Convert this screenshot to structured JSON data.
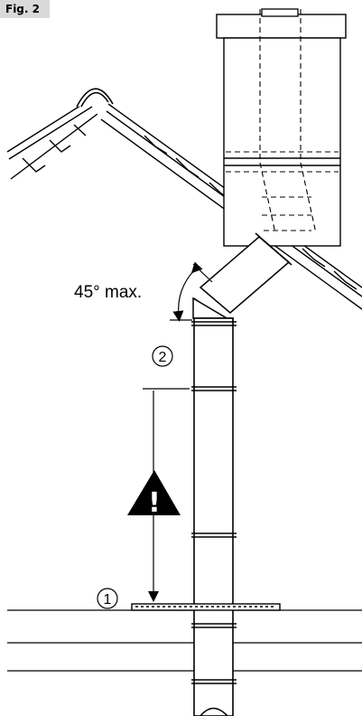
{
  "figure": {
    "tag": "Fig. 2"
  },
  "annotations": {
    "angle_label": "45° max.",
    "callout_1": "1",
    "callout_2": "2",
    "warning_symbol": "!"
  },
  "icons": {
    "warning": "warning-triangle-icon"
  }
}
